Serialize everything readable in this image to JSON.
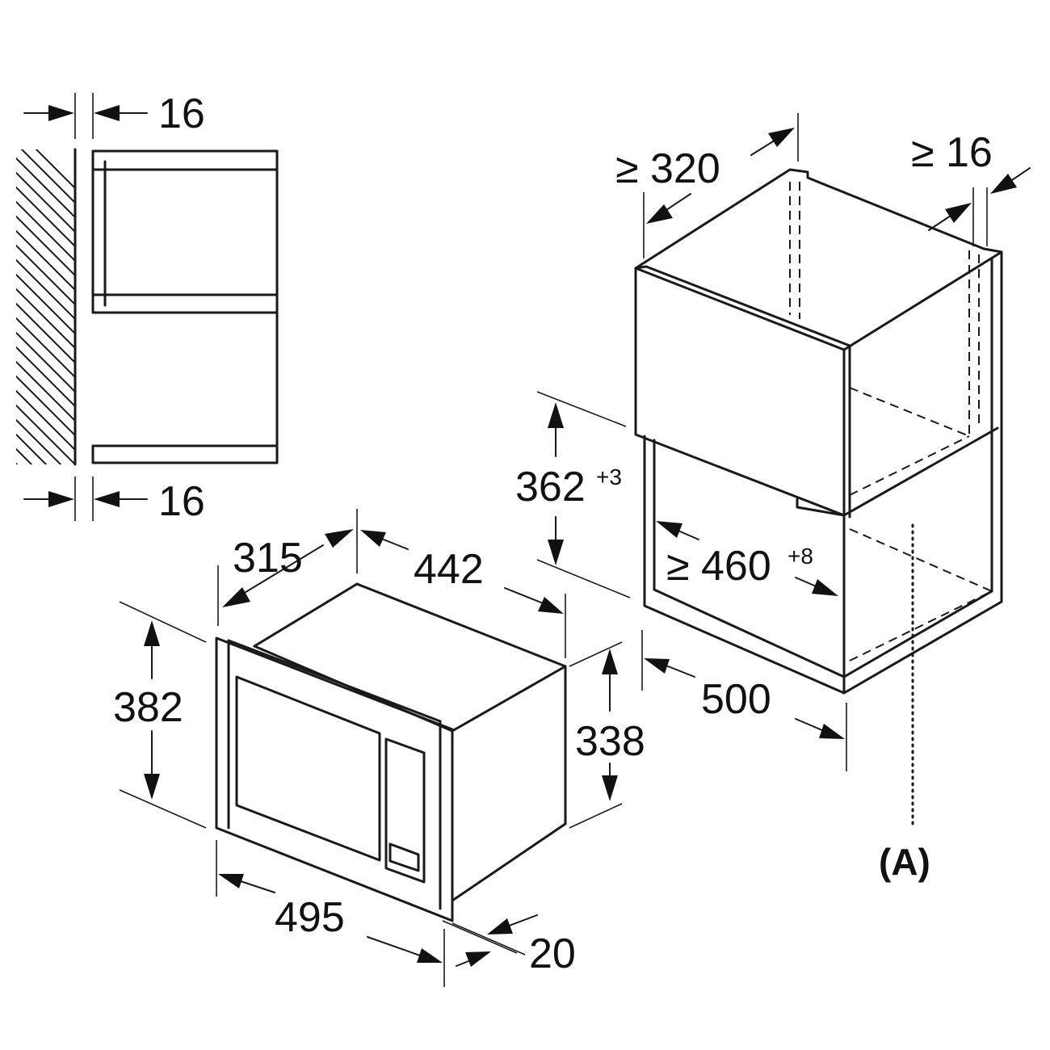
{
  "diagram": {
    "side_view": {
      "top_gap": "16",
      "bottom_gap": "16"
    },
    "appliance": {
      "depth": "315",
      "width_body": "442",
      "height_total": "382",
      "height_body": "338",
      "width_front": "495",
      "frame_depth": "20"
    },
    "cabinet": {
      "depth_min": "≥ 320",
      "side_gap_min": "≥ 16",
      "niche_height": "362",
      "niche_height_tol": "+3",
      "niche_width": "≥ 460",
      "niche_width_tol": "+8",
      "cabinet_depth": "500"
    },
    "callout": "(A)"
  }
}
